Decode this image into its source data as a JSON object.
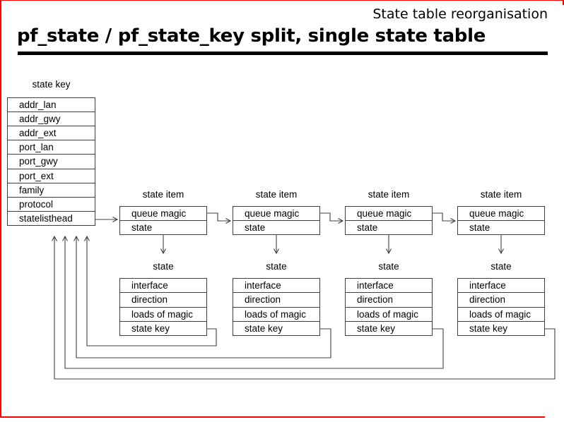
{
  "header": {
    "corner_title": "State table reorganisation",
    "title": "pf_state / pf_state_key split, single state table"
  },
  "state_key": {
    "label": "state key",
    "rows": [
      "addr_lan",
      "addr_gwy",
      "addr_ext",
      "port_lan",
      "port_gwy",
      "port_ext",
      "family",
      "protocol",
      "statelisthead"
    ]
  },
  "state_item": {
    "label": "state item",
    "rows": [
      "queue magic",
      "state"
    ]
  },
  "state": {
    "label": "state",
    "rows": [
      "interface",
      "direction",
      "loads of magic",
      "state key"
    ]
  },
  "colors": {
    "frame_red": "#ff0000",
    "diagram_line": "#3f3f3f",
    "text": "#000000"
  }
}
